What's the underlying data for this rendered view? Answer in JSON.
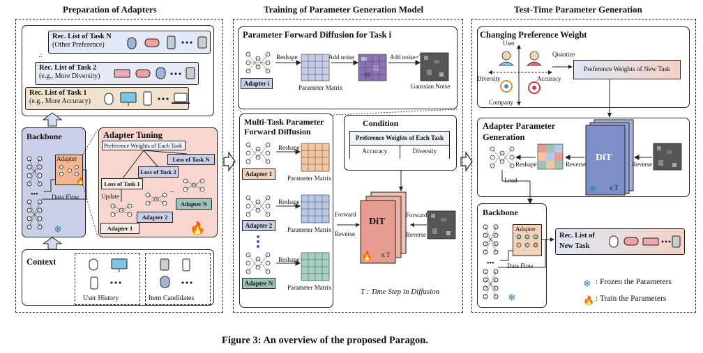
{
  "panels": {
    "preparation": "Preparation of Adapters",
    "training": "Training of Parameter Generation Model",
    "testtime": "Test-Time Parameter Generation"
  },
  "prep": {
    "rec_n_title": "Rec. List of Task N",
    "rec_n_sub": "(Other Preference)",
    "rec_2_title": "Rec. List of Task 2",
    "rec_2_sub": "(e.g., More Diversity)",
    "rec_1_title": "Rec. List of Task 1",
    "rec_1_sub": "(e.g., More Accuracy)",
    "backbone": "Backbone",
    "adapter": "Adapter",
    "data_flow": "Data Flow",
    "adapter_tuning": "Adapter Tuning",
    "pref_weights": "Preference Weights of Each Task",
    "loss_n": "Loss of Task N",
    "loss_2": "Loss of Task 2",
    "loss_1": "Loss of Task 1",
    "update": "Update",
    "adapter_1": "Adapter 1",
    "adapter_2": "Adapter 2",
    "adapter_n": "Adapter N",
    "context": "Context",
    "user_history": "User History",
    "item_candidates": "Item Candidates",
    "ellipsis": "•••"
  },
  "train": {
    "forward_title": "Parameter Forward Diffusion for Task i",
    "adapter_i": "Adapter i",
    "reshape": "Reshape",
    "add_noise": "Add noise",
    "add_noise_t": "Add noise×T",
    "param_matrix": "Parameter Matrix",
    "gaussian": "Gaussian Noise",
    "multi_title_1": "Multi-Task Parameter",
    "multi_title_2": "Forward Diffusion",
    "adapter_1": "Adapter 1",
    "adapter_2": "Adapter 2",
    "adapter_n": "Adapter N",
    "condition": "Condition",
    "pref_each": "Preference Weights of Each Task",
    "accuracy": "Accuracy",
    "diversity": "Diversity",
    "forward": "Forward",
    "reverse": "Reverse",
    "dit": "DiT",
    "xt": "x T",
    "t_label": "T :  Time Step in Diffusion"
  },
  "test": {
    "changing": "Changing Preference Weight",
    "user": "User",
    "diversity": "Diversity",
    "accuracy": "Accuracy",
    "company": "Company",
    "quantize": "Quantize",
    "pref_new": "Preference Weights of  New Task",
    "apg_1": "Adapter Parameter",
    "apg_2": "Generation",
    "reshape": "Reshape",
    "reverse": "Reverse",
    "dit": "DiT",
    "xt": "x T",
    "load": "Load",
    "backbone": "Backbone",
    "adapter": "Adapter",
    "data_flow": "Data Flow",
    "rec_new_1": "Rec. List of",
    "rec_new_2": "New Task",
    "frozen": ": Frozen the Parameters",
    "train_p": ": Train the Parameters"
  },
  "caption": "Figure 3: An overview of the proposed Paragon.",
  "colors": {
    "backbone_bg": "#c9cfe6",
    "tuning_bg": "#f6d6cf",
    "adapter_orange": "#f2b58e",
    "adapter_blue": "#b8c6e8",
    "adapter_teal": "#9cc4bb",
    "rec_n_bg": "#e3e9f6",
    "rec_2_bg": "#e5eaf5",
    "rec_1_bg": "#f0e2cc",
    "dit_red": "#e79c90",
    "dit_blue": "#7d8fc8"
  }
}
